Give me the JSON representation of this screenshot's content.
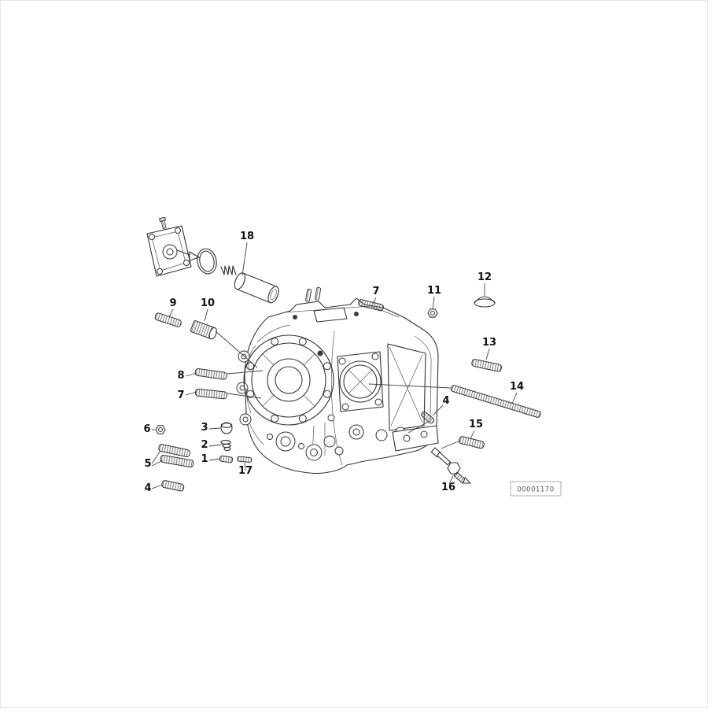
{
  "diagram": {
    "doc_number": "00001170",
    "colors": {
      "ink": "#333333",
      "background": "#ffffff"
    },
    "callouts": [
      {
        "label": "18"
      },
      {
        "label": "9"
      },
      {
        "label": "10"
      },
      {
        "label": "7"
      },
      {
        "label": "11"
      },
      {
        "label": "12"
      },
      {
        "label": "13"
      },
      {
        "label": "14"
      },
      {
        "label": "4"
      },
      {
        "label": "15"
      },
      {
        "label": "16"
      },
      {
        "label": "8"
      },
      {
        "label": "7"
      },
      {
        "label": "6"
      },
      {
        "label": "3"
      },
      {
        "label": "2"
      },
      {
        "label": "1"
      },
      {
        "label": "5"
      },
      {
        "label": "4"
      },
      {
        "label": "17"
      }
    ]
  }
}
